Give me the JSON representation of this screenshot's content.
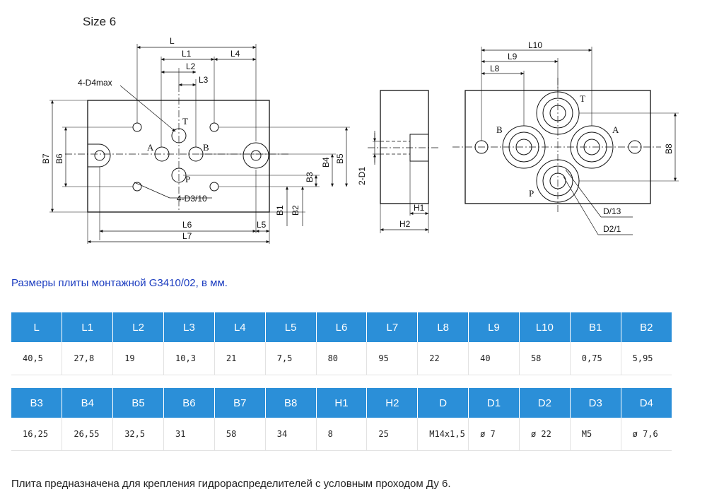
{
  "diagram": {
    "size_label": "Size 6",
    "left_view": {
      "dims": [
        "L",
        "L1",
        "L2",
        "L3",
        "L4",
        "L5",
        "L6",
        "L7",
        "B1",
        "B2",
        "B3",
        "B4",
        "B5",
        "B6",
        "B7"
      ],
      "ports": [
        "T",
        "A",
        "B",
        "P"
      ],
      "callouts": [
        "4-D4max",
        "4-D3/10"
      ]
    },
    "side_view": {
      "dims": [
        "2-D1",
        "H1",
        "H2"
      ]
    },
    "right_view": {
      "dims": [
        "L10",
        "L9",
        "L8",
        "B8"
      ],
      "ports": [
        "T",
        "B",
        "A",
        "P"
      ],
      "callouts": [
        "D/13",
        "D2/1"
      ]
    }
  },
  "caption": "Размеры плиты монтажной G3410/02, в мм.",
  "table1": {
    "headers": [
      "L",
      "L1",
      "L2",
      "L3",
      "L4",
      "L5",
      "L6",
      "L7",
      "L8",
      "L9",
      "L10",
      "B1",
      "B2"
    ],
    "values": [
      "40,5",
      "27,8",
      "19",
      "10,3",
      "21",
      "7,5",
      "80",
      "95",
      "22",
      "40",
      "58",
      "0,75",
      "5,95"
    ]
  },
  "table2": {
    "headers": [
      "B3",
      "B4",
      "B5",
      "B6",
      "B7",
      "B8",
      "H1",
      "H2",
      "D",
      "D1",
      "D2",
      "D3",
      "D4"
    ],
    "values": [
      "16,25",
      "26,55",
      "32,5",
      "31",
      "58",
      "34",
      "8",
      "25",
      "M14x1,5",
      "ø 7",
      "ø 22",
      "M5",
      "ø 7,6"
    ]
  },
  "footnote": "Плита предназначена для крепления гидрораспределителей с условным проходом Ду 6.",
  "colors": {
    "header_bg": "#2b8fd8",
    "caption": "#1a3bbf",
    "line": "#111111"
  }
}
